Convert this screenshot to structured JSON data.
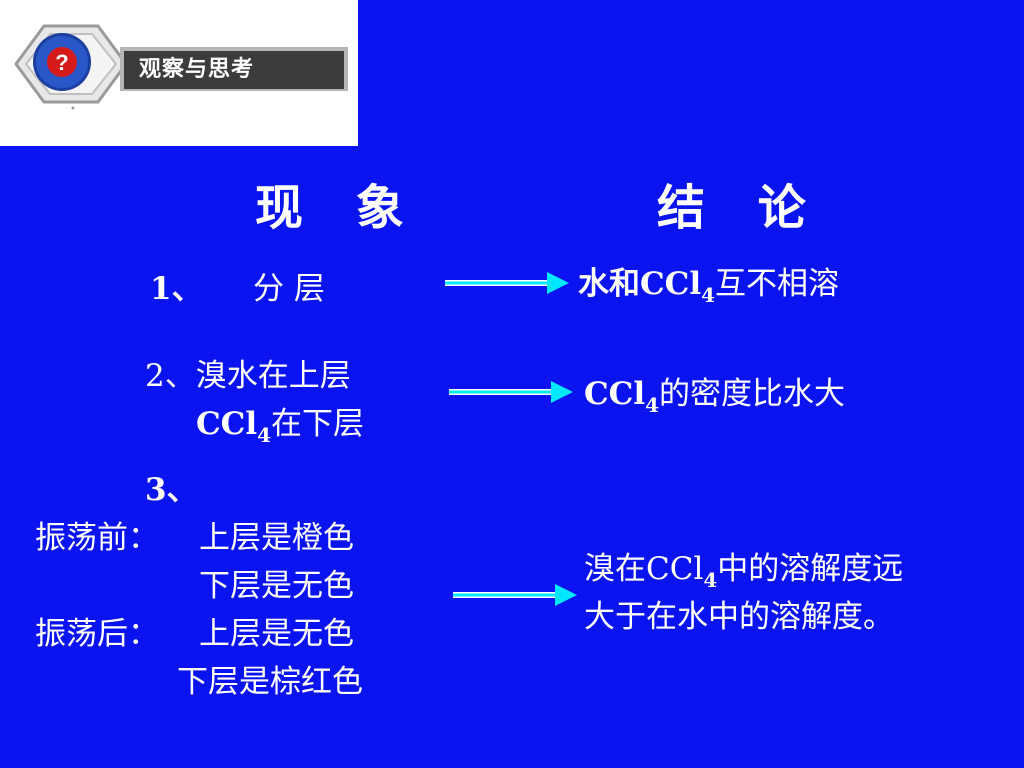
{
  "logo": {
    "badge_label": "观察与思考",
    "symbol": "?",
    "icon": "question-mark-icon"
  },
  "headings": {
    "phenomenon": "现 象",
    "conclusion": "结 论"
  },
  "row1": {
    "num": "1、",
    "phenomenon": "分  层",
    "conclusion_pre": "水和CCl",
    "conclusion_sub": "4",
    "conclusion_post": "互不相溶"
  },
  "row2": {
    "line1": "2、溴水在上层",
    "line2_pre": "CCl",
    "line2_sub": "4",
    "line2_post": "在下层",
    "conclusion_pre": "CCl",
    "conclusion_sub": "4",
    "conclusion_post": "的密度比水大"
  },
  "row3": {
    "num": "3、",
    "before_label": "振荡前：",
    "before_top": "上层是橙色",
    "before_bottom": "下层是无色",
    "after_label": "振荡后：",
    "after_top": "上层是无色",
    "after_bottom": "下层是棕红色",
    "conclusion_line1_pre": "溴在CCl",
    "conclusion_line1_sub": "4",
    "conclusion_line1_post": "中的溶解度远",
    "conclusion_line2": "大于在水中的溶解度。"
  },
  "colors": {
    "background": "#0a14f0",
    "arrow": "#00e8ff",
    "text": "#ffffff"
  }
}
